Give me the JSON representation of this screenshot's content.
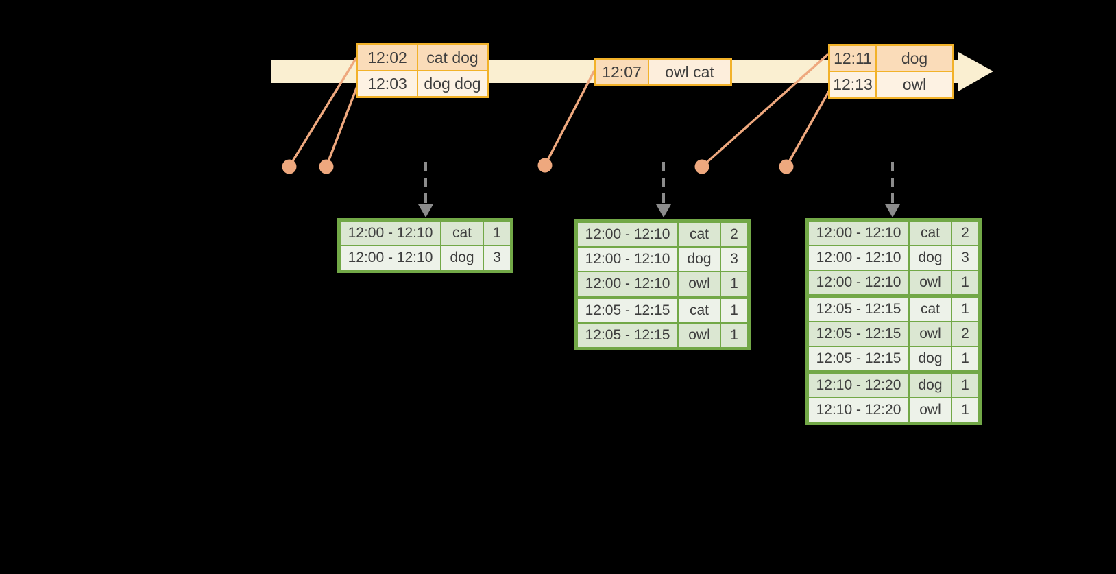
{
  "colors": {
    "background": "#000000",
    "timeline": "#FAEFD1",
    "event_table_border": "#F2B229",
    "event_row_peach": "#FADCB9",
    "event_row_cream": "#FDF2E3",
    "result_table_border": "#72A847",
    "result_row_dark": "#DBE7D2",
    "result_row_light": "#EDF2E9",
    "connector_salmon": "#EEA87E",
    "trigger_arrow_gray": "#8C8C8C",
    "text": "#3E3E3E"
  },
  "timeline_events": [
    {
      "rows": [
        {
          "time": "12:02",
          "words": "cat dog"
        },
        {
          "time": "12:03",
          "words": "dog dog"
        }
      ]
    },
    {
      "rows": [
        {
          "time": "12:07",
          "words": "owl cat"
        }
      ]
    },
    {
      "rows": [
        {
          "time": "12:11",
          "words": "dog"
        },
        {
          "time": "12:13",
          "words": "owl"
        }
      ]
    }
  ],
  "result_tables": [
    {
      "rows": [
        {
          "window": "12:00 - 12:10",
          "word": "cat",
          "count": "1"
        },
        {
          "window": "12:00 - 12:10",
          "word": "dog",
          "count": "3"
        }
      ]
    },
    {
      "rows": [
        {
          "window": "12:00 - 12:10",
          "word": "cat",
          "count": "2"
        },
        {
          "window": "12:00 - 12:10",
          "word": "dog",
          "count": "3"
        },
        {
          "window": "12:00 - 12:10",
          "word": "owl",
          "count": "1"
        },
        {
          "window": "12:05 - 12:15",
          "word": "cat",
          "count": "1"
        },
        {
          "window": "12:05 - 12:15",
          "word": "owl",
          "count": "1"
        }
      ]
    },
    {
      "rows": [
        {
          "window": "12:00 - 12:10",
          "word": "cat",
          "count": "2"
        },
        {
          "window": "12:00 - 12:10",
          "word": "dog",
          "count": "3"
        },
        {
          "window": "12:00 - 12:10",
          "word": "owl",
          "count": "1"
        },
        {
          "window": "12:05 - 12:15",
          "word": "cat",
          "count": "1"
        },
        {
          "window": "12:05 - 12:15",
          "word": "owl",
          "count": "2"
        },
        {
          "window": "12:05 - 12:15",
          "word": "dog",
          "count": "1"
        },
        {
          "window": "12:10 - 12:20",
          "word": "dog",
          "count": "1"
        },
        {
          "window": "12:10 - 12:20",
          "word": "owl",
          "count": "1"
        }
      ]
    }
  ]
}
